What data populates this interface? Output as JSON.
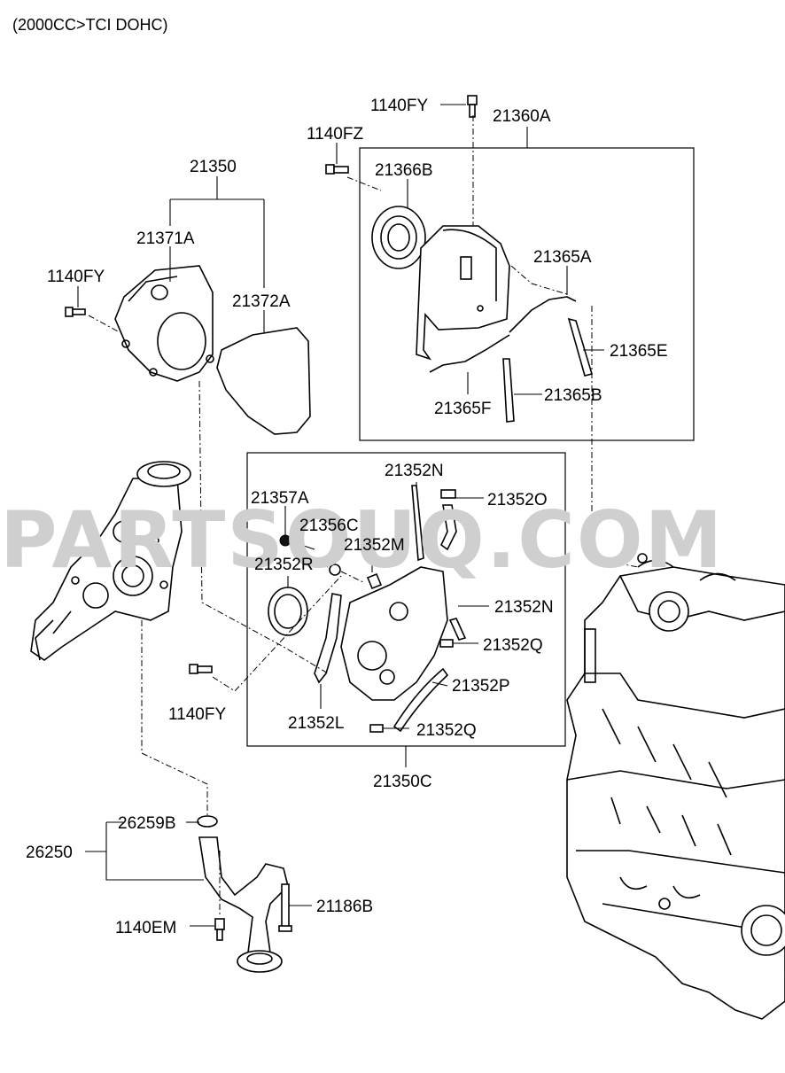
{
  "header": {
    "title": "(2000CC>TCI DOHC)"
  },
  "watermark": "PARTSOUQ.COM",
  "labels": {
    "p1140FY_top": "1140FY",
    "p21360A": "21360A",
    "p1140FZ": "1140FZ",
    "p21350": "21350",
    "p21366B": "21366B",
    "p21371A": "21371A",
    "p21365A": "21365A",
    "p1140FY_left": "1140FY",
    "p21372A": "21372A",
    "p21365E": "21365E",
    "p21365B": "21365B",
    "p21365F": "21365F",
    "p21352N_top": "21352N",
    "p21357A": "21357A",
    "p21352O": "21352O",
    "p21356C": "21356C",
    "p21352M": "21352M",
    "p21352R": "21352R",
    "p21352N_mid": "21352N",
    "p21352Q_mid": "21352Q",
    "p21352P": "21352P",
    "p1140FY_bottom": "1140FY",
    "p21352L": "21352L",
    "p21352Q_bottom": "21352Q",
    "p21350C": "21350C",
    "p26259B": "26259B",
    "p26250": "26250",
    "p21186B": "21186B",
    "p1140EM": "1140EM"
  }
}
